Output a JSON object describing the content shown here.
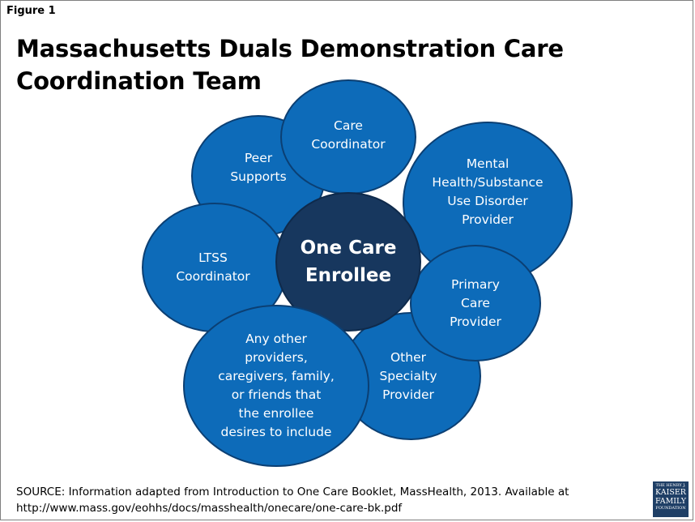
{
  "figure_label": "Figure 1",
  "title": "Massachusetts Duals Demonstration Care Coordination Team",
  "diagram": {
    "center": "One Care\nEnrollee",
    "nodes": {
      "peer_supports": "Peer\nSupports",
      "care_coordinator": "Care\nCoordinator",
      "mental_health": "Mental\nHealth/Substance\nUse Disorder\nProvider",
      "ltss_coordinator": "LTSS\nCoordinator",
      "primary_care": "Primary\nCare\nProvider",
      "other_specialty": "Other\nSpecialty\nProvider",
      "any_other": "Any other\nproviders,\ncaregivers, family,\nor friends that\nthe enrollee\ndesires to include"
    },
    "colors": {
      "node_fill": "#0d6bb9",
      "node_border": "#0b3f73",
      "center_fill": "#17375e"
    }
  },
  "source": {
    "line1": "SOURCE: Information adapted from Introduction to One Care Booklet, MassHealth, 2013. Available at",
    "line2": "http://www.mass.gov/eohhs/docs/masshealth/onecare/one-care-bk.pdf"
  },
  "logo": {
    "line1": "THE HENRY J.",
    "line2": "KAISER",
    "line3": "FAMILY",
    "line4": "FOUNDATION"
  }
}
